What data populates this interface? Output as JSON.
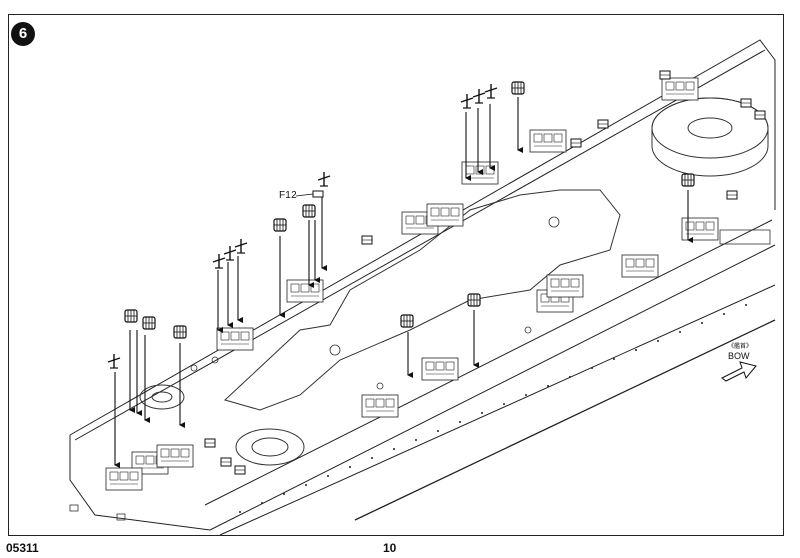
{
  "step": {
    "number": "6"
  },
  "callout": {
    "part_label": "F12"
  },
  "direction": {
    "bow_cn": "《艦首》",
    "bow_label": "BOW"
  },
  "footer": {
    "kit_code": "05311",
    "page_number": "10"
  }
}
